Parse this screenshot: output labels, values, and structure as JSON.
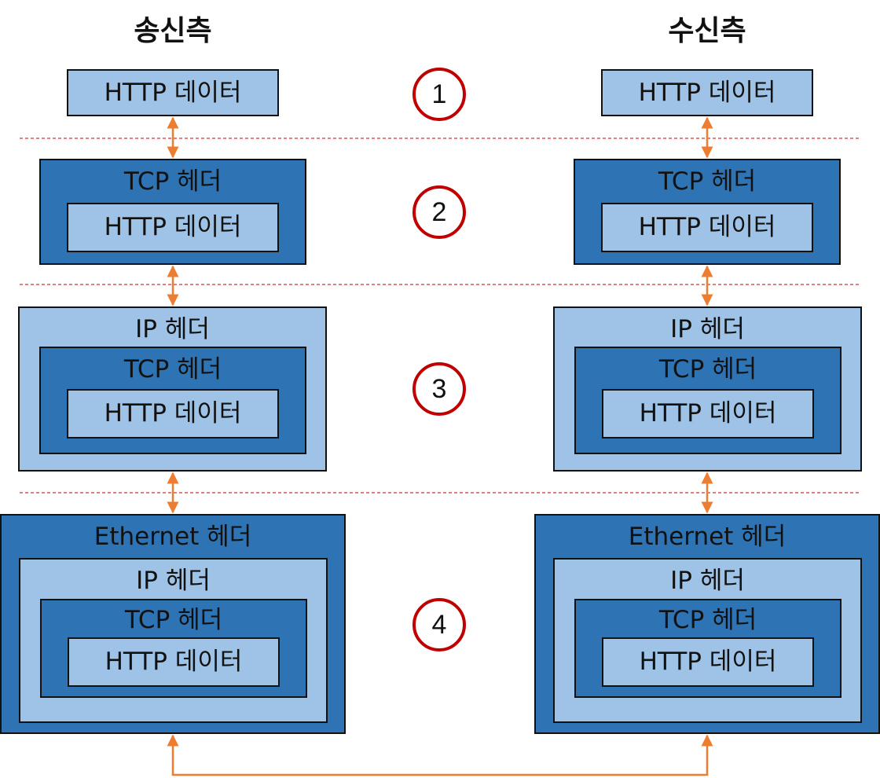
{
  "titles": {
    "sender": "송신측",
    "receiver": "수신측"
  },
  "labels": {
    "http": "HTTP 데이터",
    "tcp": "TCP 헤더",
    "ip": "IP 헤더",
    "ethernet": "Ethernet 헤더"
  },
  "steps": [
    "1",
    "2",
    "3",
    "4"
  ],
  "colors": {
    "light_fill": "#9fc3e6",
    "dark_fill": "#2e74b5",
    "arrow": "#ed7d31",
    "circle": "#c00000",
    "separator": "#c00000"
  }
}
